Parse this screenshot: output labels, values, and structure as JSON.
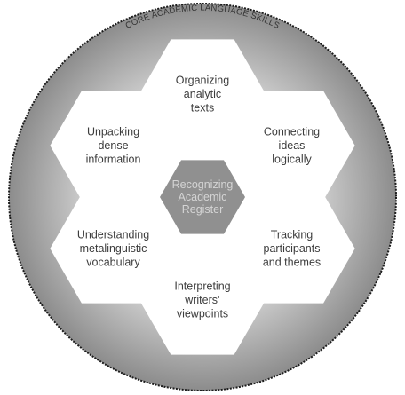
{
  "diagram": {
    "title": "CORE ACADEMIC LANGUAGE SKILLS",
    "center": {
      "lines": [
        "Recognizing",
        "Academic",
        "Register"
      ]
    },
    "skills": [
      {
        "id": "top",
        "lines": [
          "Organizing",
          "analytic",
          "texts"
        ]
      },
      {
        "id": "upper-right",
        "lines": [
          "Connecting",
          "ideas",
          "logically"
        ]
      },
      {
        "id": "lower-right",
        "lines": [
          "Tracking",
          "participants",
          "and themes"
        ]
      },
      {
        "id": "bottom",
        "lines": [
          "Interpreting",
          "writers’",
          "viewpoints"
        ]
      },
      {
        "id": "lower-left",
        "lines": [
          "Understanding",
          "metalinguistic",
          "vocabulary"
        ]
      },
      {
        "id": "upper-left",
        "lines": [
          "Unpacking",
          "dense",
          "information"
        ]
      }
    ],
    "colors": {
      "circle_fill_outer": "#8f8f8f",
      "circle_fill_inner": "#e2e2e2",
      "hex_fill": "#ffffff",
      "center_hex_fill": "#909090",
      "border": "#222222"
    }
  }
}
